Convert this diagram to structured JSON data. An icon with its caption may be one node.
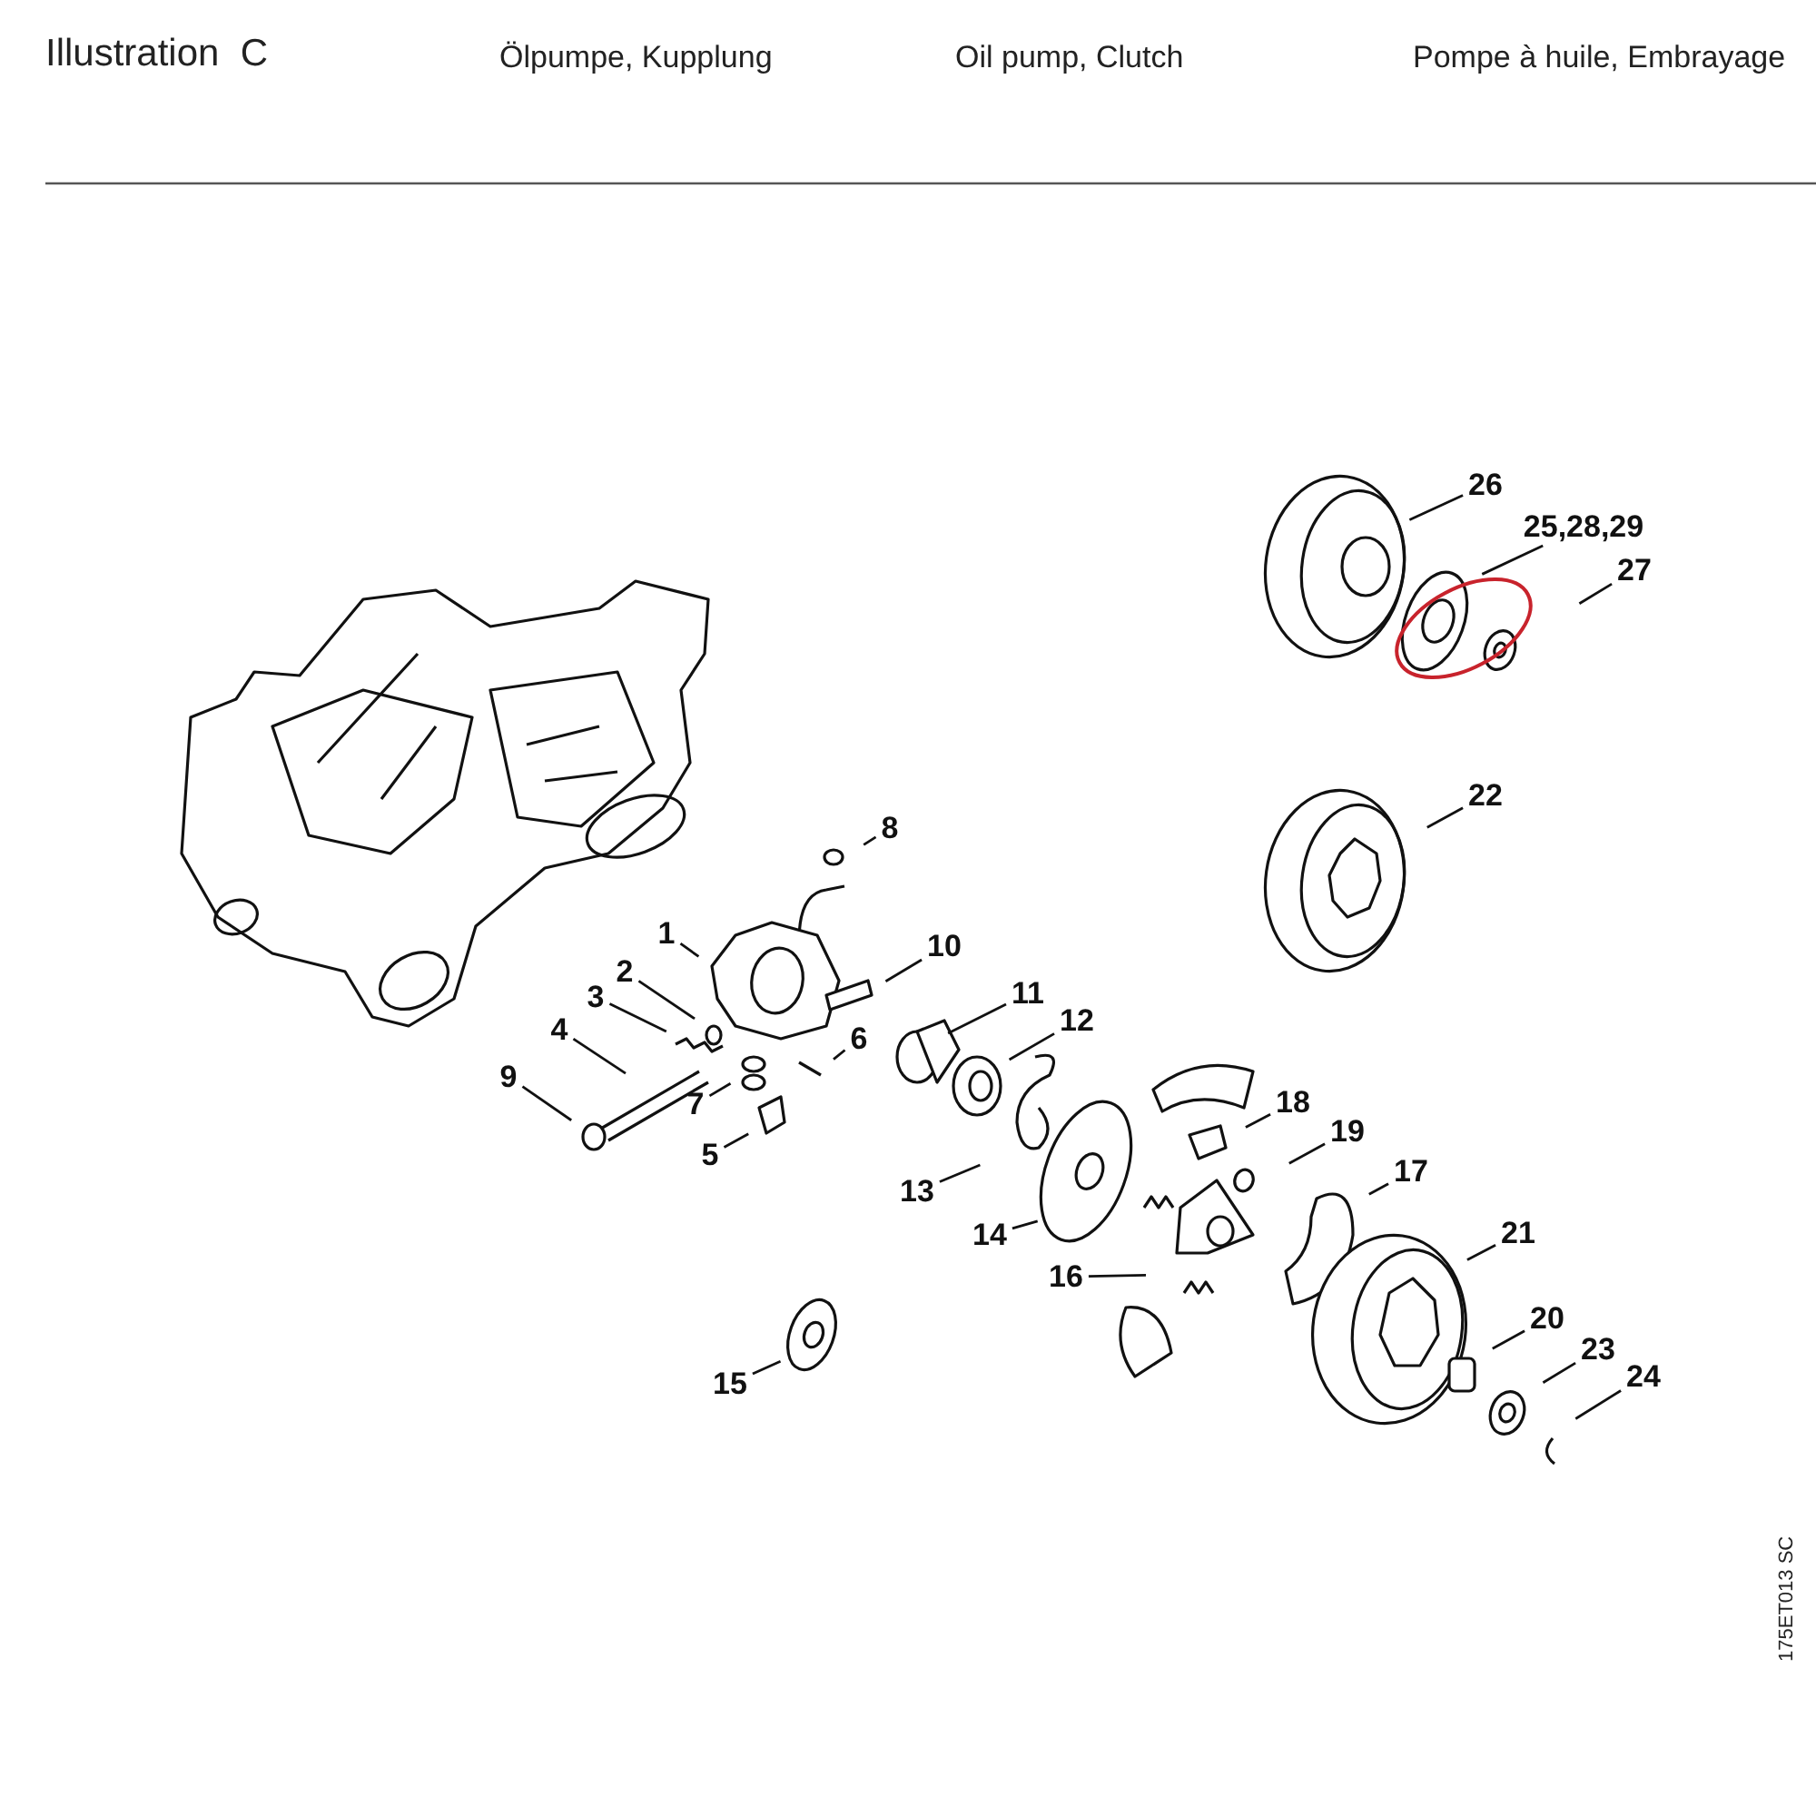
{
  "diagram": {
    "title": "Illustration  C",
    "nodes": [
      {
        "text": [
          "26"
        ]
      },
      {
        "text": [
          "25,28,29"
        ]
      },
      {
        "text": [
          "27"
        ]
      },
      {
        "text": [
          "22"
        ]
      },
      {
        "text": [
          "8"
        ]
      },
      {
        "text": [
          "1"
        ]
      },
      {
        "text": [
          "10"
        ]
      },
      {
        "text": [
          "2"
        ]
      },
      {
        "text": [
          "11"
        ]
      },
      {
        "text": [
          "3"
        ]
      },
      {
        "text": [
          "12"
        ]
      },
      {
        "text": [
          "6"
        ]
      },
      {
        "text": [
          "4"
        ]
      },
      {
        "text": [
          "9"
        ]
      },
      {
        "text": [
          "18"
        ]
      },
      {
        "text": [
          "7"
        ]
      },
      {
        "text": [
          "19"
        ]
      },
      {
        "text": [
          "5"
        ]
      },
      {
        "text": [
          "17"
        ]
      },
      {
        "text": [
          "13"
        ]
      },
      {
        "text": [
          "21"
        ]
      },
      {
        "text": [
          "14"
        ]
      },
      {
        "text": [
          "16"
        ]
      },
      {
        "text": [
          "20"
        ]
      },
      {
        "text": [
          "23"
        ]
      },
      {
        "text": [
          "24"
        ]
      },
      {
        "text": [
          "15"
        ]
      }
    ],
    "edges": [
      {
        "from": 0,
        "to": null,
        "arrow": "none"
      },
      {
        "from": 1,
        "to": null,
        "arrow": "none"
      },
      {
        "from": 2,
        "to": null,
        "arrow": "none"
      },
      {
        "from": 3,
        "to": null,
        "arrow": "none"
      },
      {
        "from": 4,
        "to": null,
        "arrow": "none"
      },
      {
        "from": 5,
        "to": null,
        "arrow": "none"
      },
      {
        "from": 6,
        "to": null,
        "arrow": "none"
      },
      {
        "from": 7,
        "to": null,
        "arrow": "none"
      },
      {
        "from": 8,
        "to": null,
        "arrow": "none"
      },
      {
        "from": 9,
        "to": null,
        "arrow": "none"
      },
      {
        "from": 10,
        "to": null,
        "arrow": "none"
      },
      {
        "from": 11,
        "to": null,
        "arrow": "none"
      },
      {
        "from": 12,
        "to": null,
        "arrow": "none"
      },
      {
        "from": 13,
        "to": null,
        "arrow": "none"
      },
      {
        "from": 14,
        "to": null,
        "arrow": "none"
      },
      {
        "from": 15,
        "to": null,
        "arrow": "none"
      },
      {
        "from": 16,
        "to": null,
        "arrow": "none"
      },
      {
        "from": 17,
        "to": null,
        "arrow": "none"
      },
      {
        "from": 18,
        "to": null,
        "arrow": "none"
      },
      {
        "from": 19,
        "to": null,
        "arrow": "none"
      },
      {
        "from": 20,
        "to": null,
        "arrow": "none"
      },
      {
        "from": 21,
        "to": null,
        "arrow": "none"
      },
      {
        "from": 22,
        "to": null,
        "arrow": "none"
      },
      {
        "from": 23,
        "to": null,
        "arrow": "none"
      },
      {
        "from": 24,
        "to": null,
        "arrow": "none"
      },
      {
        "from": 25,
        "to": null,
        "arrow": "none"
      },
      {
        "from": 26,
        "to": null,
        "arrow": "none"
      }
    ],
    "labels": [
      "Ölpumpe, Kupplung",
      "Oil pump, Clutch",
      "Pompe à huile, Embrayage",
      "175ET013 SC"
    ]
  }
}
